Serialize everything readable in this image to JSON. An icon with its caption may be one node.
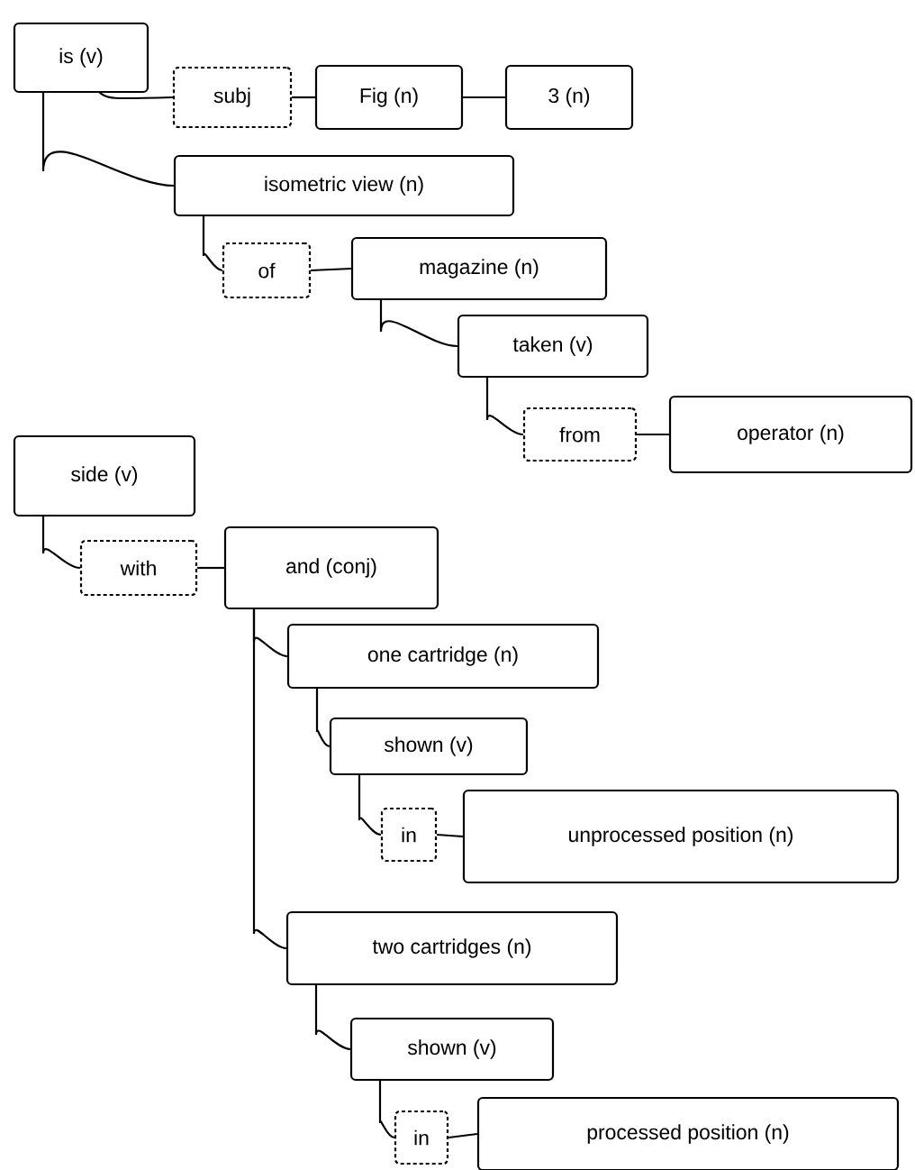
{
  "diagram": {
    "nodes": [
      {
        "text": [
          "is (v)"
        ]
      },
      {
        "text": [
          "subj"
        ]
      },
      {
        "text": [
          "Fig (n)"
        ]
      },
      {
        "text": [
          "3 (n)"
        ]
      },
      {
        "text": [
          "isometric view (n)"
        ]
      },
      {
        "text": [
          "of"
        ]
      },
      {
        "text": [
          "magazine (n)"
        ]
      },
      {
        "text": [
          "taken (v)"
        ]
      },
      {
        "text": [
          "from"
        ]
      },
      {
        "text": [
          "operator (n)"
        ]
      },
      {
        "text": [
          "side (v)"
        ]
      },
      {
        "text": [
          "with"
        ]
      },
      {
        "text": [
          "and (conj)"
        ]
      },
      {
        "text": [
          "one cartridge (n)"
        ]
      },
      {
        "text": [
          "shown (v)"
        ]
      },
      {
        "text": [
          "in"
        ]
      },
      {
        "text": [
          "unprocessed position (n)"
        ]
      },
      {
        "text": [
          "two cartridges (n)"
        ]
      },
      {
        "text": [
          "shown (v)"
        ]
      },
      {
        "text": [
          "in"
        ]
      },
      {
        "text": [
          "processed position (n)"
        ]
      }
    ],
    "edges": [
      {
        "from": 0,
        "to": 1,
        "arrow": "none"
      },
      {
        "from": 1,
        "to": 2,
        "arrow": "none"
      },
      {
        "from": 2,
        "to": 3,
        "arrow": "none"
      },
      {
        "from": 0,
        "to": 4,
        "arrow": "none"
      },
      {
        "from": 4,
        "to": 5,
        "arrow": "none"
      },
      {
        "from": 5,
        "to": 6,
        "arrow": "none"
      },
      {
        "from": 6,
        "to": 7,
        "arrow": "none"
      },
      {
        "from": 7,
        "to": 8,
        "arrow": "none"
      },
      {
        "from": 8,
        "to": 9,
        "arrow": "none"
      },
      {
        "from": 10,
        "to": 11,
        "arrow": "none"
      },
      {
        "from": 11,
        "to": 12,
        "arrow": "none"
      },
      {
        "from": 12,
        "to": 13,
        "arrow": "none"
      },
      {
        "from": 13,
        "to": 14,
        "arrow": "none"
      },
      {
        "from": 14,
        "to": 15,
        "arrow": "none"
      },
      {
        "from": 15,
        "to": 16,
        "arrow": "none"
      },
      {
        "from": 12,
        "to": 17,
        "arrow": "none"
      },
      {
        "from": 17,
        "to": 18,
        "arrow": "none"
      },
      {
        "from": 18,
        "to": 19,
        "arrow": "none"
      },
      {
        "from": 19,
        "to": 20,
        "arrow": "none"
      }
    ]
  }
}
